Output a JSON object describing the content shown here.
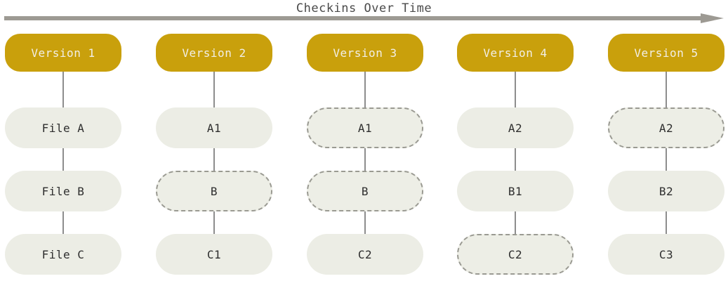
{
  "diagram": {
    "title": "Checkins Over Time",
    "timeline_arrow_icon": "right-arrow-icon",
    "colors": {
      "version_fill": "#c9a00c",
      "version_text": "#f2efe7",
      "file_fill": "#ecede5",
      "file_text": "#2e2e2e",
      "dashed_border": "#9a9a92",
      "connector": "#8d8d8d",
      "arrow": "#9d9a93",
      "title_text": "#4a4a4a",
      "background": "#ffffff"
    },
    "row_labels": [
      "A",
      "B",
      "C"
    ],
    "columns": [
      {
        "version": "Version 1",
        "nodes": [
          {
            "label": "File A",
            "style": "solid"
          },
          {
            "label": "File B",
            "style": "solid"
          },
          {
            "label": "File C",
            "style": "solid"
          }
        ]
      },
      {
        "version": "Version 2",
        "nodes": [
          {
            "label": "A1",
            "style": "solid"
          },
          {
            "label": "B",
            "style": "dashed"
          },
          {
            "label": "C1",
            "style": "solid"
          }
        ]
      },
      {
        "version": "Version 3",
        "nodes": [
          {
            "label": "A1",
            "style": "dashed"
          },
          {
            "label": "B",
            "style": "dashed"
          },
          {
            "label": "C2",
            "style": "solid"
          }
        ]
      },
      {
        "version": "Version 4",
        "nodes": [
          {
            "label": "A2",
            "style": "solid"
          },
          {
            "label": "B1",
            "style": "solid"
          },
          {
            "label": "C2",
            "style": "dashed"
          }
        ]
      },
      {
        "version": "Version 5",
        "nodes": [
          {
            "label": "A2",
            "style": "dashed"
          },
          {
            "label": "B2",
            "style": "solid"
          },
          {
            "label": "C3",
            "style": "solid"
          }
        ]
      }
    ]
  }
}
